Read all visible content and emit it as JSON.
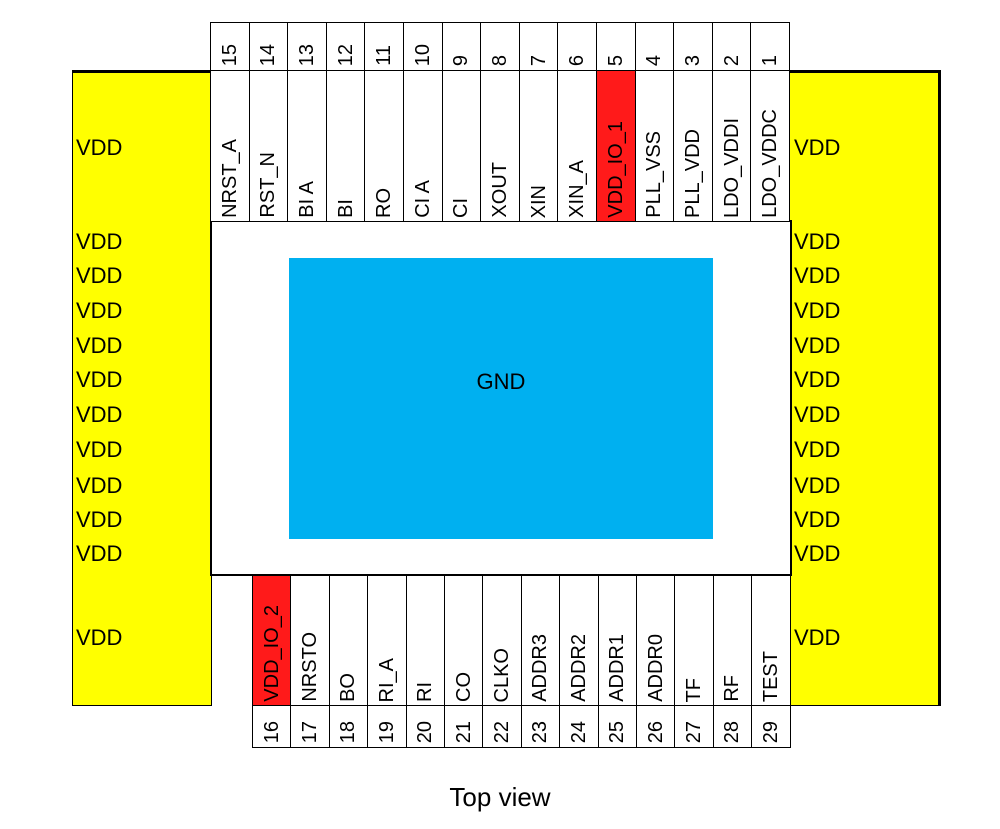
{
  "top_pins": [
    {
      "num": "15",
      "name": "NRST_A"
    },
    {
      "num": "14",
      "name": "RST_N"
    },
    {
      "num": "13",
      "name": "BI A"
    },
    {
      "num": "12",
      "name": "BI"
    },
    {
      "num": "11",
      "name": "RO"
    },
    {
      "num": "10",
      "name": "CI A"
    },
    {
      "num": "9",
      "name": "CI"
    },
    {
      "num": "8",
      "name": "XOUT"
    },
    {
      "num": "7",
      "name": "XIN"
    },
    {
      "num": "6",
      "name": "XIN_A"
    },
    {
      "num": "5",
      "name": "VDD_IO_1",
      "highlight": true
    },
    {
      "num": "4",
      "name": "PLL_VSS"
    },
    {
      "num": "3",
      "name": "PLL_VDD"
    },
    {
      "num": "2",
      "name": "LDO_VDDI"
    },
    {
      "num": "1",
      "name": "LDO_VDDC"
    }
  ],
  "bottom_pins": [
    {
      "num": "16",
      "name": "VDD_IO_2",
      "highlight": true
    },
    {
      "num": "17",
      "name": "NRSTO"
    },
    {
      "num": "18",
      "name": "BO"
    },
    {
      "num": "19",
      "name": "RI_A"
    },
    {
      "num": "20",
      "name": "RI"
    },
    {
      "num": "21",
      "name": "CO"
    },
    {
      "num": "22",
      "name": "CLKO"
    },
    {
      "num": "23",
      "name": "ADDR3"
    },
    {
      "num": "24",
      "name": "ADDR2"
    },
    {
      "num": "25",
      "name": "ADDR1"
    },
    {
      "num": "26",
      "name": "ADDR0"
    },
    {
      "num": "27",
      "name": "TF"
    },
    {
      "num": "28",
      "name": "RF"
    },
    {
      "num": "29",
      "name": "TEST"
    }
  ],
  "side_labels": [
    "VDD",
    "VDD",
    "VDD",
    "VDD",
    "VDD",
    "VDD",
    "VDD",
    "VDD",
    "VDD",
    "VDD",
    "VDD",
    "VDD"
  ],
  "center_label": "GND",
  "caption": "Top view",
  "colors": {
    "supply": "#ffff00",
    "highlight": "#ff1a1a",
    "gnd": "#00b0f0"
  }
}
